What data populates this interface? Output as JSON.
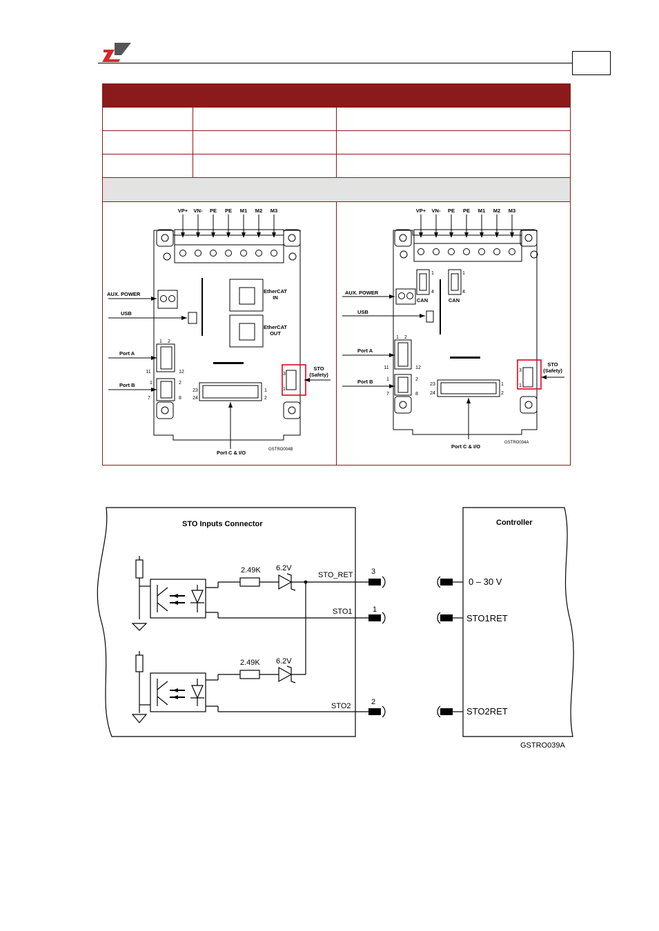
{
  "header": {
    "page_number": ""
  },
  "figure_left": {
    "terminals": [
      "VP+",
      "VN-",
      "PE",
      "PE",
      "M1",
      "M2",
      "M3"
    ],
    "aux_power": "AUX. POWER",
    "usb": "USB",
    "port_a": "Port A",
    "port_b": "Port B",
    "ethercat_in": [
      "EtherCAT",
      "IN"
    ],
    "ethercat_out": [
      "EtherCAT",
      "OUT"
    ],
    "sto": [
      "STO",
      "(Safety)"
    ],
    "port_c": "Port C & I/O",
    "figure_id": "GSTRO004B",
    "pin_1": "1",
    "pin_2": "2",
    "pin_3": "3",
    "pin_7": "7",
    "pin_8": "8",
    "pin_11": "11",
    "pin_12": "12",
    "pin_23": "23",
    "pin_24": "24"
  },
  "figure_right": {
    "terminals": [
      "VP+",
      "VN-",
      "PE",
      "PE",
      "M1",
      "M2",
      "M3"
    ],
    "aux_power": "AUX. POWER",
    "usb": "USB",
    "port_a": "Port A",
    "port_b": "Port B",
    "can": "CAN",
    "sto": [
      "STO",
      "(Safety)"
    ],
    "port_c": "Port C & I/O",
    "figure_id": "GSTRO034A",
    "pin_1": "1",
    "pin_2": "2",
    "pin_3": "3",
    "pin_4": "4",
    "pin_7": "7",
    "pin_8": "8",
    "pin_11": "11",
    "pin_12": "12",
    "pin_23": "23",
    "pin_24": "24"
  },
  "schematic": {
    "left_title": "STO Inputs Connector",
    "right_title": "Controller",
    "resistor": "2.49K",
    "zener": "6.2V",
    "sto_ret": "STO_RET",
    "sto1": "STO1",
    "sto2": "STO2",
    "pin3": "3",
    "pin1": "1",
    "pin2": "2",
    "ctrl_v": "0 – 30 V",
    "sto1ret": "STO1RET",
    "sto2ret": "STO2RET",
    "figure_id": "GSTRO039A"
  },
  "colors": {
    "brand_red": "#8b1a1a",
    "highlight_red": "#e3001b",
    "logo_red": "#d7262b",
    "logo_gray": "#555555",
    "subheader_gray": "#e3e3e3"
  }
}
